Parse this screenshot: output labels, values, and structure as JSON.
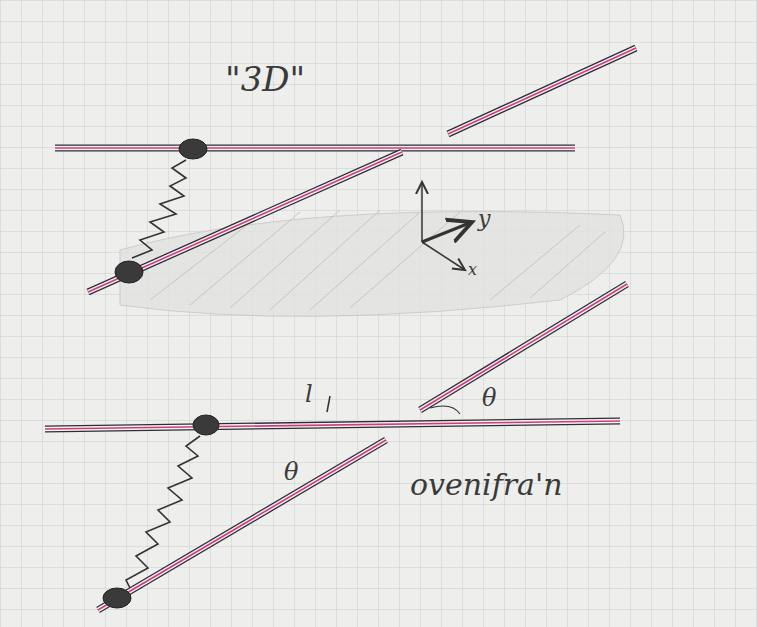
{
  "diagram": {
    "title": "\"3D\"",
    "labels": [
      "y",
      "x",
      "l",
      "θ",
      "θ",
      "ovenifra'n"
    ]
  }
}
